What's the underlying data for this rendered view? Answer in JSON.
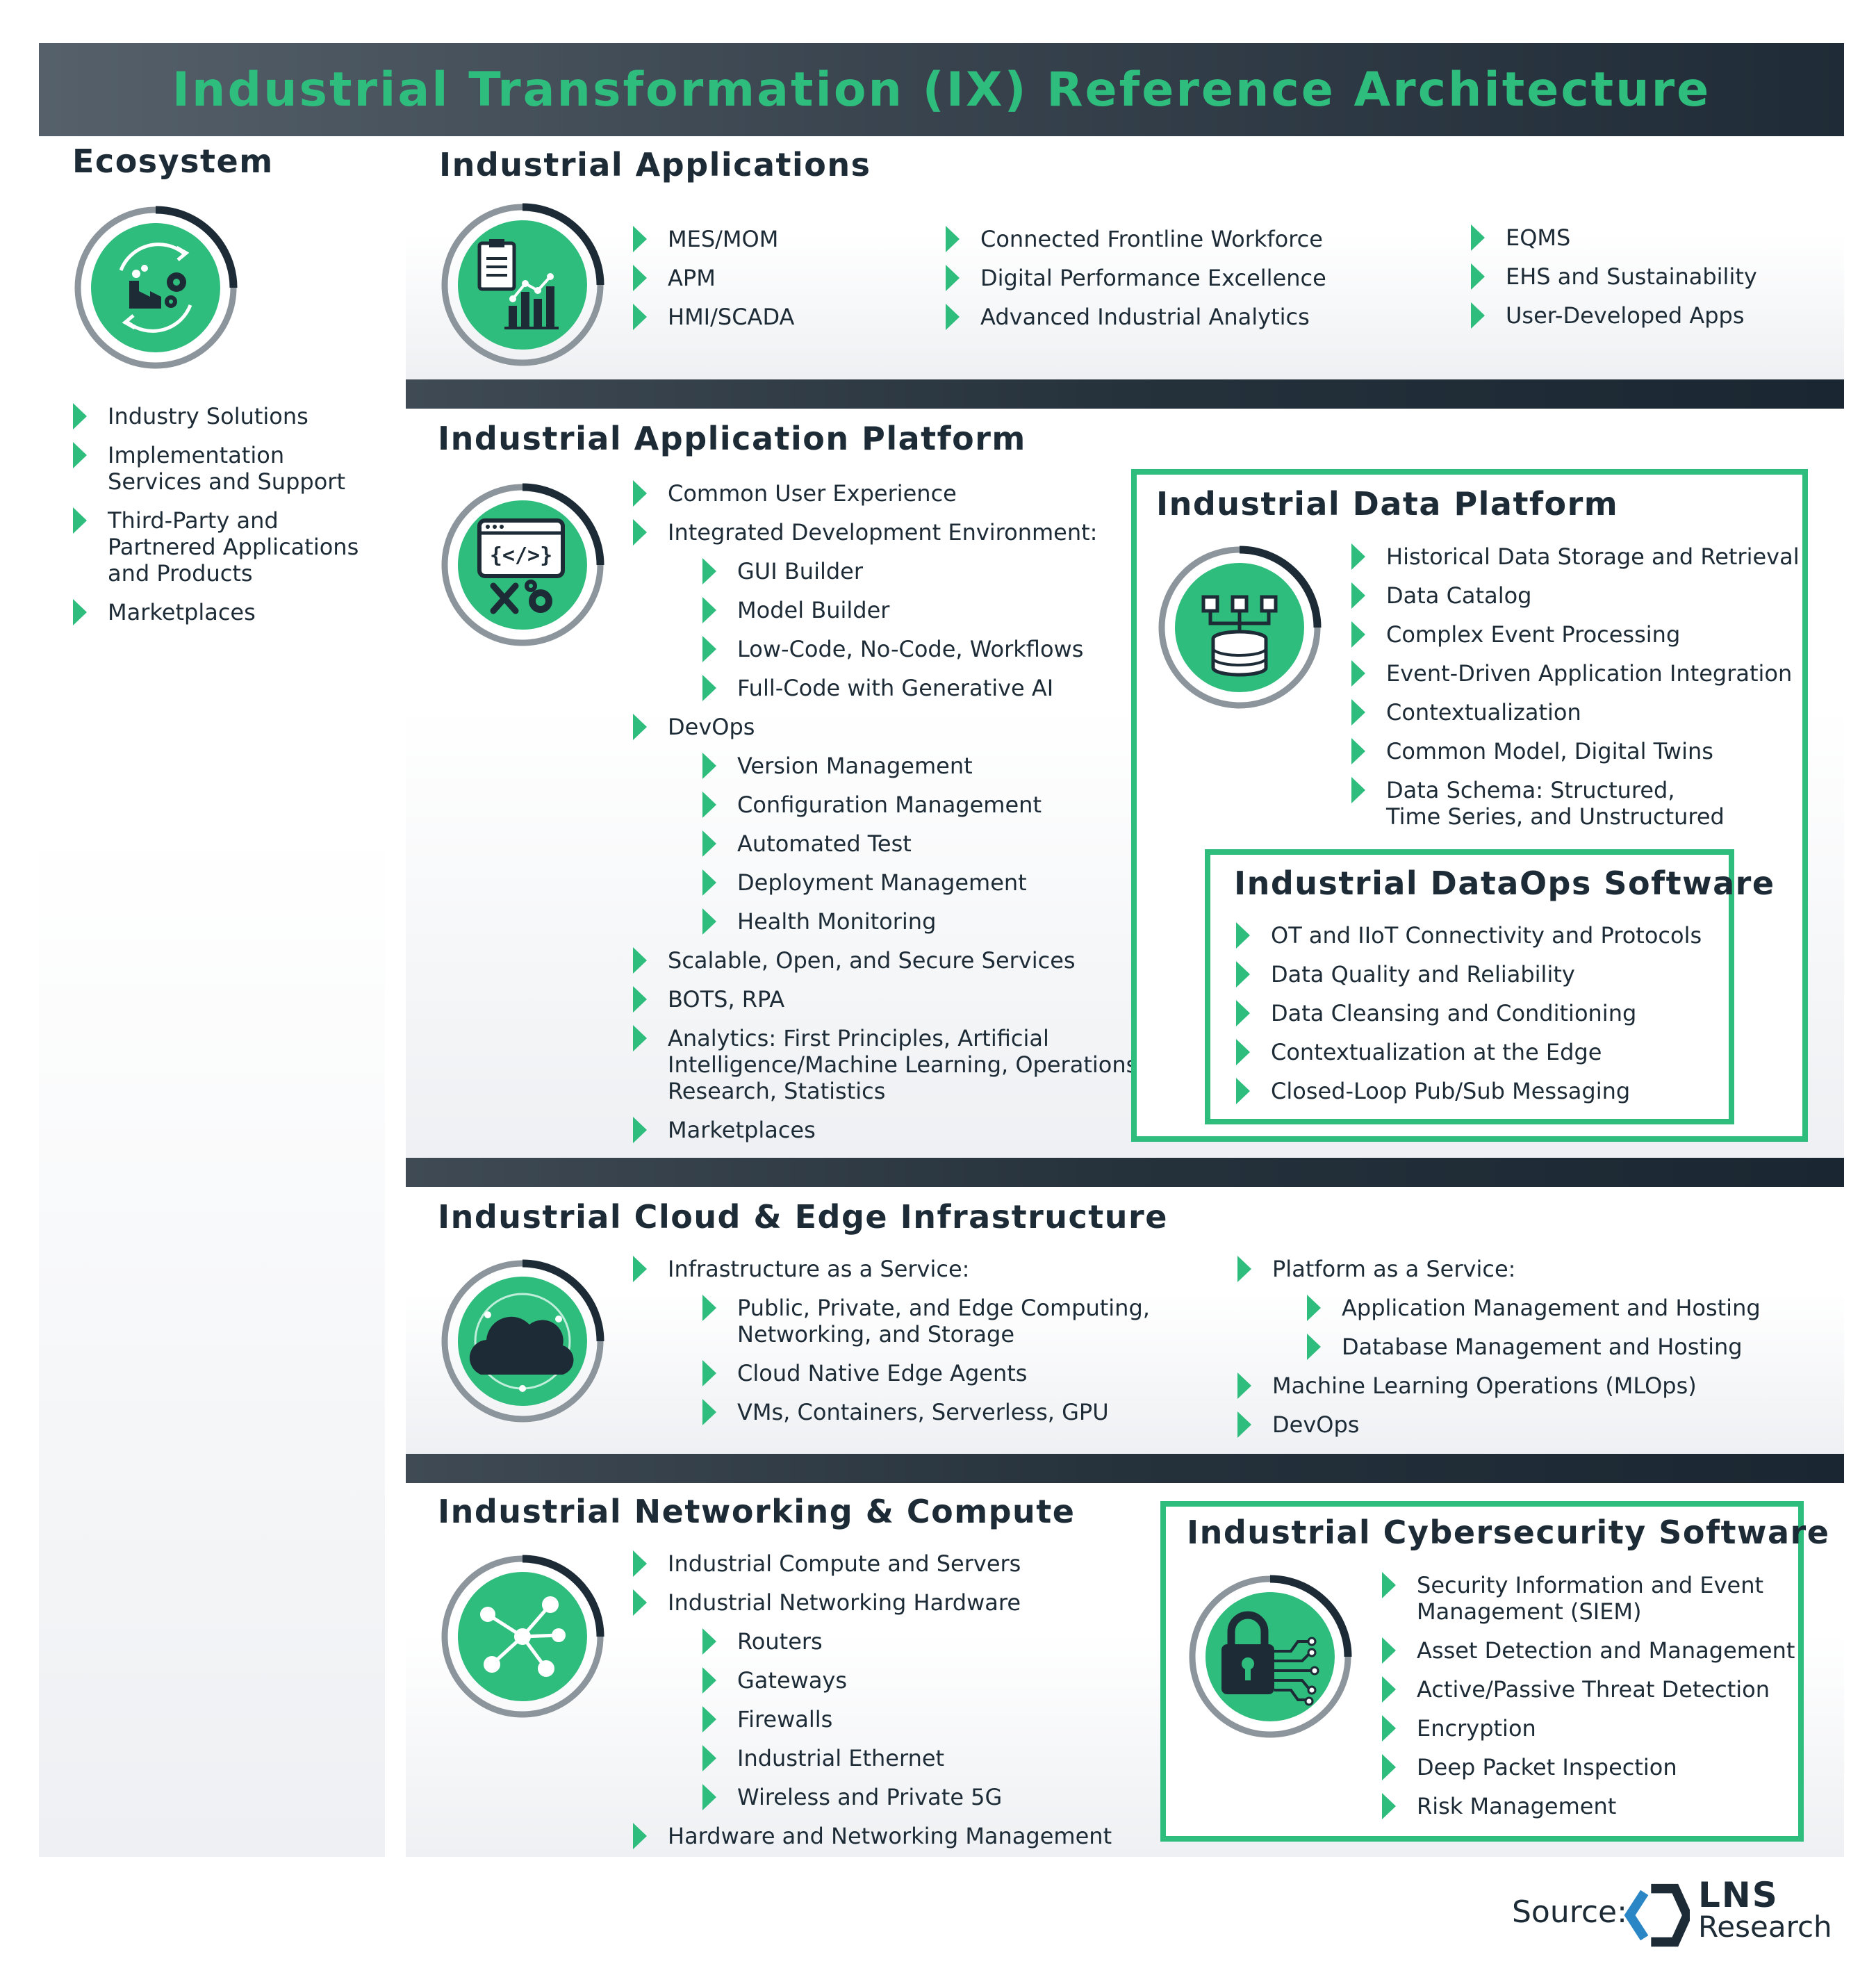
{
  "title": "Industrial Transformation (IX) Reference Architecture",
  "colors": {
    "accent_green": "#2ebd7d",
    "dark_navy": "#1d2b36",
    "ring_gray": "#8c959c"
  },
  "ecosystem": {
    "heading": "Ecosystem",
    "icon": "factory-gear-cycle-icon",
    "items": [
      {
        "lines": [
          "Industry Solutions"
        ]
      },
      {
        "lines": [
          "Implementation",
          "Services and Support"
        ]
      },
      {
        "lines": [
          "Third-Party and",
          "Partnered Applications",
          "and Products"
        ]
      },
      {
        "lines": [
          "Marketplaces"
        ]
      }
    ]
  },
  "industrial_applications": {
    "heading": "Industrial Applications",
    "icon": "clipboard-chart-icon",
    "col1": [
      "MES/MOM",
      "APM",
      "HMI/SCADA"
    ],
    "col2": [
      "Connected Frontline Workforce",
      "Digital Performance Excellence",
      "Advanced Industrial Analytics"
    ],
    "col3": [
      "EQMS",
      "EHS and Sustainability",
      "User-Developed Apps"
    ]
  },
  "application_platform": {
    "heading": "Industrial Application Platform",
    "icon": "code-tools-icon",
    "items": [
      {
        "level": 1,
        "lines": [
          "Common User Experience"
        ]
      },
      {
        "level": 1,
        "lines": [
          "Integrated Development Environment:"
        ]
      },
      {
        "level": 2,
        "lines": [
          "GUI Builder"
        ]
      },
      {
        "level": 2,
        "lines": [
          "Model Builder"
        ]
      },
      {
        "level": 2,
        "lines": [
          "Low-Code, No-Code, Workflows"
        ]
      },
      {
        "level": 2,
        "lines": [
          "Full-Code with Generative AI"
        ]
      },
      {
        "level": 1,
        "lines": [
          "DevOps"
        ]
      },
      {
        "level": 2,
        "lines": [
          "Version Management"
        ]
      },
      {
        "level": 2,
        "lines": [
          "Configuration Management"
        ]
      },
      {
        "level": 2,
        "lines": [
          "Automated Test"
        ]
      },
      {
        "level": 2,
        "lines": [
          "Deployment Management"
        ]
      },
      {
        "level": 2,
        "lines": [
          "Health Monitoring"
        ]
      },
      {
        "level": 1,
        "lines": [
          "Scalable, Open, and Secure Services"
        ]
      },
      {
        "level": 1,
        "lines": [
          "BOTS, RPA"
        ]
      },
      {
        "level": 1,
        "lines": [
          "Analytics: First Principles, Artificial",
          "Intelligence/Machine Learning, Operations",
          "Research, Statistics"
        ]
      },
      {
        "level": 1,
        "lines": [
          "Marketplaces"
        ]
      }
    ]
  },
  "data_platform": {
    "heading": "Industrial Data Platform",
    "icon": "database-network-icon",
    "items": [
      {
        "lines": [
          "Historical Data Storage and Retrieval"
        ]
      },
      {
        "lines": [
          "Data Catalog"
        ]
      },
      {
        "lines": [
          "Complex Event Processing"
        ]
      },
      {
        "lines": [
          "Event-Driven Application Integration"
        ]
      },
      {
        "lines": [
          "Contextualization"
        ]
      },
      {
        "lines": [
          "Common Model, Digital Twins"
        ]
      },
      {
        "lines": [
          "Data Schema: Structured,",
          "Time Series, and Unstructured"
        ]
      }
    ]
  },
  "dataops": {
    "heading": "Industrial DataOps Software",
    "items": [
      {
        "lines": [
          "OT and IIoT Connectivity and Protocols"
        ]
      },
      {
        "lines": [
          "Data Quality and Reliability"
        ]
      },
      {
        "lines": [
          "Data Cleansing and Conditioning"
        ]
      },
      {
        "lines": [
          "Contextualization at the Edge"
        ]
      },
      {
        "lines": [
          "Closed-Loop Pub/Sub Messaging"
        ]
      }
    ]
  },
  "cloud_edge": {
    "heading": "Industrial Cloud & Edge Infrastructure",
    "icon": "cloud-icon",
    "left": [
      {
        "level": 1,
        "lines": [
          "Infrastructure as a Service:"
        ]
      },
      {
        "level": 2,
        "lines": [
          "Public, Private, and Edge Computing,",
          "Networking, and Storage"
        ]
      },
      {
        "level": 2,
        "lines": [
          "Cloud Native Edge Agents"
        ]
      },
      {
        "level": 2,
        "lines": [
          "VMs, Containers, Serverless, GPU"
        ]
      }
    ],
    "right": [
      {
        "level": 1,
        "lines": [
          "Platform as a Service:"
        ]
      },
      {
        "level": 2,
        "lines": [
          "Application Management and Hosting"
        ]
      },
      {
        "level": 2,
        "lines": [
          "Database Management and Hosting"
        ]
      },
      {
        "level": 1,
        "lines": [
          "Machine Learning Operations (MLOps)"
        ]
      },
      {
        "level": 1,
        "lines": [
          "DevOps"
        ]
      }
    ]
  },
  "networking": {
    "heading": "Industrial Networking & Compute",
    "icon": "network-hub-icon",
    "items": [
      {
        "level": 1,
        "lines": [
          "Industrial Compute and Servers"
        ]
      },
      {
        "level": 1,
        "lines": [
          "Industrial Networking Hardware"
        ]
      },
      {
        "level": 2,
        "lines": [
          "Routers"
        ]
      },
      {
        "level": 2,
        "lines": [
          "Gateways"
        ]
      },
      {
        "level": 2,
        "lines": [
          "Firewalls"
        ]
      },
      {
        "level": 2,
        "lines": [
          "Industrial Ethernet"
        ]
      },
      {
        "level": 2,
        "lines": [
          "Wireless and Private 5G"
        ]
      },
      {
        "level": 1,
        "lines": [
          "Hardware and Networking Management"
        ]
      }
    ]
  },
  "cybersecurity": {
    "heading": "Industrial Cybersecurity Software",
    "icon": "padlock-circuit-icon",
    "items": [
      {
        "lines": [
          "Security Information and Event",
          "Management (SIEM)"
        ]
      },
      {
        "lines": [
          "Asset Detection and Management"
        ]
      },
      {
        "lines": [
          "Active/Passive Threat Detection"
        ]
      },
      {
        "lines": [
          "Encryption"
        ]
      },
      {
        "lines": [
          "Deep Packet Inspection"
        ]
      },
      {
        "lines": [
          "Risk Management"
        ]
      }
    ]
  },
  "source": {
    "label": "Source:",
    "logo_top": "LNS",
    "logo_bottom": "Research",
    "logo_icon": "lns-hexagon-logo-icon"
  }
}
